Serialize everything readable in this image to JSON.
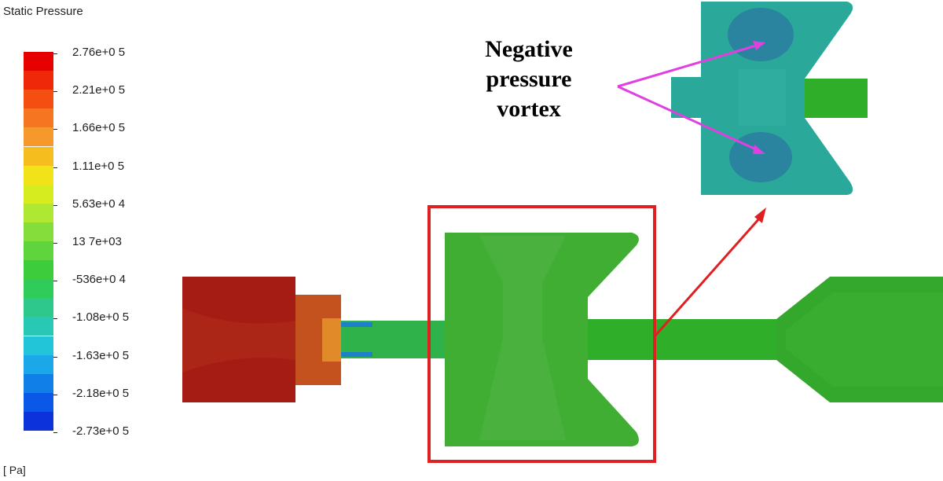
{
  "legend": {
    "title": "Static Pressure",
    "unit": "[ Pa]",
    "labels": [
      "2.76e+0 5",
      "2.21e+0 5",
      "1.66e+0 5",
      "1.11e+0 5",
      "5.63e+0 4",
      "13 7e+03",
      "-536e+0 4",
      "-1.08e+0 5",
      "-1.63e+0 5",
      "-2.18e+0 5",
      "-2.73e+0 5"
    ],
    "colors": [
      "#e60000",
      "#f0280a",
      "#f44e12",
      "#f57520",
      "#f5992a",
      "#f5bd1e",
      "#f2e218",
      "#d7ec1e",
      "#aee832",
      "#84dd3a",
      "#5fd43c",
      "#3ccc3c",
      "#2fcc5a",
      "#2dc88a",
      "#28c8b4",
      "#22c4d8",
      "#1aa8e8",
      "#1080e8",
      "#0a58e8",
      "#0c32dc"
    ]
  },
  "colors": {
    "high_pressure": "#a51c14",
    "orifice_orange": "#c4521e",
    "main_green": "#2fae2a",
    "chamber_green": "#3fae32",
    "detail_teal": "#2aa89a",
    "vortex_blue": "#2a84a0",
    "highlight_red": "#e02020",
    "annotation_magenta": "#e040e0"
  },
  "annotation": {
    "lines": [
      "Negative",
      "pressure",
      "vortex"
    ]
  }
}
